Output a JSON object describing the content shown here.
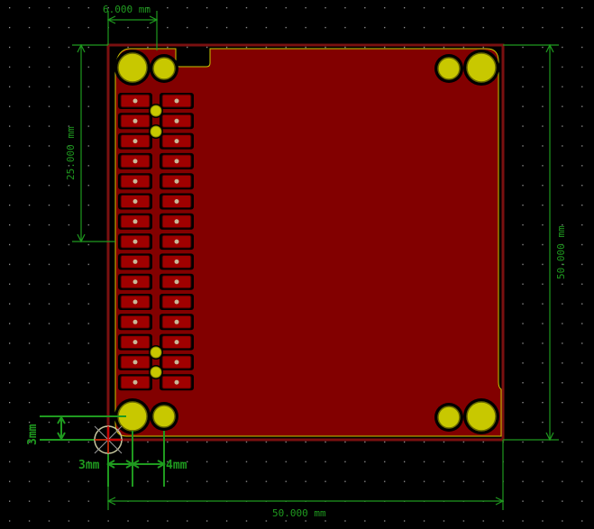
{
  "dimensions": {
    "top_width": "6.000 mm",
    "left_height": "25.000 mm",
    "right_height": "50.000 mm",
    "bottom_width": "50.000 mm",
    "origin_vertical": "3mm",
    "origin_left": "3mm",
    "origin_right": "4mm"
  },
  "board": {
    "pad_rows": 15,
    "colors": {
      "background": "#000000",
      "copper_fill": "#820000",
      "pad": "#a00000",
      "via": "#c8c800",
      "dimension": "#1f9a1f",
      "outline": "#c8c800"
    }
  }
}
